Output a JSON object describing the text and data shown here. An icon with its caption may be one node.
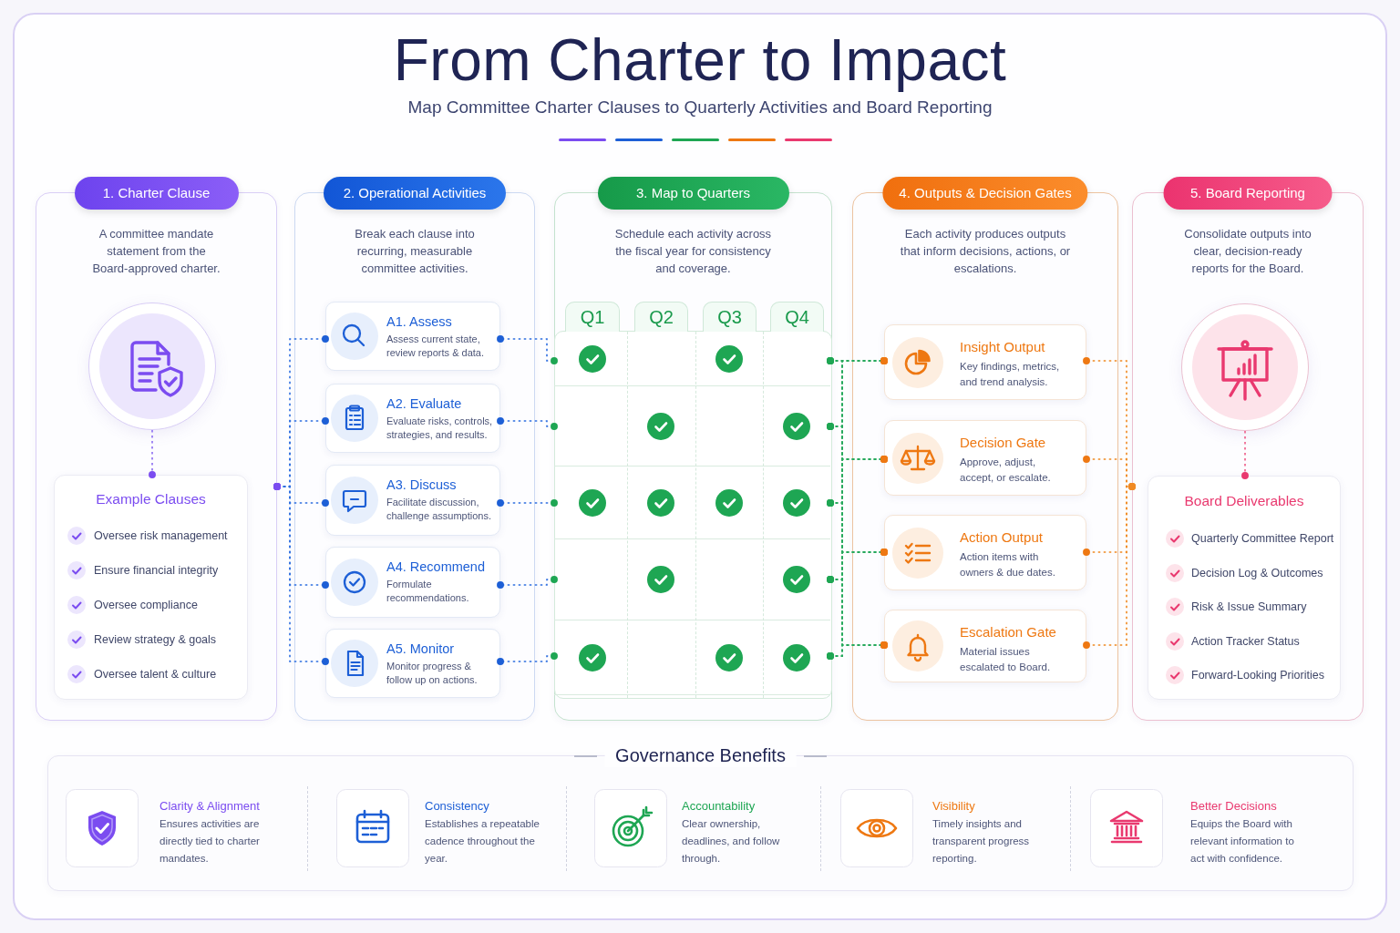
{
  "diagram": {
    "title": "From Charter to Impact",
    "nodes": [
      {
        "text": [
          "1. Charter Clause",
          "A committee mandate statement from the Board-approved charter."
        ]
      },
      {
        "text": [],
        "shape": "circle",
        "in": 0
      },
      {
        "text": [
          "Example Clauses",
          "Oversee risk management",
          "Ensure financial integrity",
          "Oversee compliance",
          "Review strategy & goals",
          "Oversee talent & culture"
        ],
        "in": 0
      },
      {
        "text": [
          "2. Operational Activities",
          "Break each clause into recurring, measurable committee activities."
        ]
      },
      {
        "text": [
          "A1. Assess",
          "Assess current state, review reports & data."
        ],
        "in": 3
      },
      {
        "text": [
          "A2. Evaluate",
          "Evaluate risks, controls, strategies, and results."
        ],
        "in": 3
      },
      {
        "text": [
          "A3. Discuss",
          "Facilitate discussion, challenge assumptions."
        ],
        "in": 3
      },
      {
        "text": [
          "A4. Recommend",
          "Formulate recommendations."
        ],
        "in": 3
      },
      {
        "text": [
          "A5. Monitor",
          "Monitor progress & follow up on actions."
        ],
        "in": 3
      },
      {
        "text": [
          "3. Map to Quarters",
          "Schedule each activity across the fiscal year for consistency and coverage."
        ]
      },
      {
        "text": [
          "Q1"
        ],
        "in": 9
      },
      {
        "text": [
          "Q2"
        ],
        "in": 9
      },
      {
        "text": [
          "Q3"
        ],
        "in": 9
      },
      {
        "text": [
          "Q4"
        ],
        "in": 9
      },
      {
        "text": [],
        "shape": "box",
        "in": 9
      },
      {
        "text": [],
        "shape": "box",
        "in": 14
      },
      {
        "text": [],
        "shape": "box",
        "in": 14
      },
      {
        "text": [],
        "shape": "box",
        "in": 14
      },
      {
        "text": [],
        "shape": "box",
        "in": 14
      },
      {
        "text": [],
        "shape": "box",
        "in": 14
      },
      {
        "text": [
          "4. Outputs & Decision Gates",
          "Each activity produces outputs that inform decisions, actions, or escalations."
        ]
      },
      {
        "text": [
          "Insight Output",
          "Key findings, metrics, and trend analysis."
        ],
        "in": 20
      },
      {
        "text": [
          "Decision Gate",
          "Approve, adjust, accept, or escalate."
        ],
        "in": 20
      },
      {
        "text": [
          "Action Output",
          "Action items with owners & due dates."
        ],
        "in": 20
      },
      {
        "text": [
          "Escalation Gate",
          "Material issues escalated to Board."
        ],
        "in": 20
      },
      {
        "text": [
          "5. Board Reporting",
          "Consolidate outputs into clear, decision-ready reports for the Board."
        ]
      },
      {
        "text": [],
        "shape": "circle",
        "in": 25
      },
      {
        "text": [
          "Board Deliverables",
          "Quarterly Committee Report",
          "Decision Log & Outcomes",
          "Risk & Issue Summary",
          "Action Tracker Status",
          "Forward-Looking Priorities"
        ],
        "in": 25
      },
      {
        "text": [
          "Governance Benefits",
          "Clarity & Alignment",
          "Ensures activities are directly tied to charter mandates.",
          "Consistency",
          "Establishes a repeatable cadence throughout the year.",
          "Accountability",
          "Clear ownership, deadlines, and follow through.",
          "Visibility",
          "Timely insights and transparent progress reporting.",
          "Better Decisions",
          "Equips the Board with relevant information to act with confidence."
        ]
      }
    ],
    "edges": [
      {
        "from": 1,
        "to": 2,
        "arrow": "other",
        "style": "dashed",
        "color": "#8b6cf2"
      },
      {
        "from": 0,
        "to": 4,
        "arrow": "other",
        "style": "dashed",
        "color": "#2f6fe0"
      },
      {
        "from": 0,
        "to": 5,
        "arrow": "other",
        "style": "dashed",
        "color": "#2f6fe0"
      },
      {
        "from": 0,
        "to": 6,
        "arrow": "other",
        "style": "dashed",
        "color": "#2f6fe0"
      },
      {
        "from": 0,
        "to": 7,
        "arrow": "other",
        "style": "dashed",
        "color": "#2f6fe0"
      },
      {
        "from": 0,
        "to": 8,
        "arrow": "other",
        "style": "dashed",
        "color": "#2f6fe0"
      },
      {
        "from": 4,
        "to": 15,
        "arrow": "other",
        "style": "dashed",
        "color": "#2f6fe0"
      },
      {
        "from": 5,
        "to": 16,
        "arrow": "other",
        "style": "dashed",
        "color": "#2f6fe0"
      },
      {
        "from": 6,
        "to": 17,
        "arrow": "other",
        "style": "dashed",
        "color": "#2f6fe0"
      },
      {
        "from": 7,
        "to": 18,
        "arrow": "other",
        "style": "dashed",
        "color": "#2f6fe0"
      },
      {
        "from": 8,
        "to": 19,
        "arrow": "other",
        "style": "dashed",
        "color": "#2f6fe0"
      },
      {
        "from": 15,
        "to": 21,
        "arrow": "other",
        "style": "dashed",
        "color": "#27a85c"
      },
      {
        "from": 15,
        "to": 22,
        "arrow": "other",
        "style": "dashed",
        "color": "#27a85c"
      },
      {
        "from": 15,
        "to": 23,
        "arrow": "other",
        "style": "dashed",
        "color": "#27a85c"
      },
      {
        "from": 15,
        "to": 24,
        "arrow": "other",
        "style": "dashed",
        "color": "#27a85c"
      },
      {
        "from": 16,
        "to": 21,
        "arrow": "other",
        "style": "dashed",
        "color": "#27a85c"
      },
      {
        "from": 16,
        "to": 22,
        "arrow": "other",
        "style": "dashed",
        "color": "#27a85c"
      },
      {
        "from": 16,
        "to": 23,
        "arrow": "other",
        "style": "dashed",
        "color": "#27a85c"
      },
      {
        "from": 16,
        "to": 24,
        "arrow": "other",
        "style": "dashed",
        "color": "#27a85c"
      },
      {
        "from": 17,
        "to": 21,
        "arrow": "other",
        "style": "dashed",
        "color": "#27a85c"
      },
      {
        "from": 17,
        "to": 22,
        "arrow": "other",
        "style": "dashed",
        "color": "#27a85c"
      },
      {
        "from": 17,
        "to": 23,
        "arrow": "other",
        "style": "dashed",
        "color": "#27a85c"
      },
      {
        "from": 17,
        "to": 24,
        "arrow": "other",
        "style": "dashed",
        "color": "#27a85c"
      },
      {
        "from": 18,
        "to": 21,
        "arrow": "other",
        "style": "dashed",
        "color": "#27a85c"
      },
      {
        "from": 18,
        "to": 22,
        "arrow": "other",
        "style": "dashed",
        "color": "#27a85c"
      },
      {
        "from": 18,
        "to": 23,
        "arrow": "other",
        "style": "dashed",
        "color": "#27a85c"
      },
      {
        "from": 18,
        "to": 24,
        "arrow": "other",
        "style": "dashed",
        "color": "#27a85c"
      },
      {
        "from": 19,
        "to": 21,
        "arrow": "other",
        "style": "dashed",
        "color": "#27a85c"
      },
      {
        "from": 19,
        "to": 22,
        "arrow": "other",
        "style": "dashed",
        "color": "#27a85c"
      },
      {
        "from": 19,
        "to": 23,
        "arrow": "other",
        "style": "dashed",
        "color": "#27a85c"
      },
      {
        "from": 19,
        "to": 24,
        "arrow": "other",
        "style": "dashed",
        "color": "#27a85c"
      },
      {
        "from": 21,
        "to": 25,
        "arrow": "other",
        "style": "dashed",
        "color": "#f08a24"
      },
      {
        "from": 22,
        "to": 25,
        "arrow": "other",
        "style": "dashed",
        "color": "#f08a24"
      },
      {
        "from": 23,
        "to": 25,
        "arrow": "other",
        "style": "dashed",
        "color": "#f08a24"
      },
      {
        "from": 24,
        "to": 25,
        "arrow": "other",
        "style": "dashed",
        "color": "#f08a24"
      },
      {
        "from": 26,
        "to": 27,
        "arrow": "other",
        "style": "dashed",
        "color": "#ee5a88"
      }
    ],
    "labels": [
      "Map Committee Charter Clauses to Quarterly Activities and Board Reporting"
    ]
  }
}
